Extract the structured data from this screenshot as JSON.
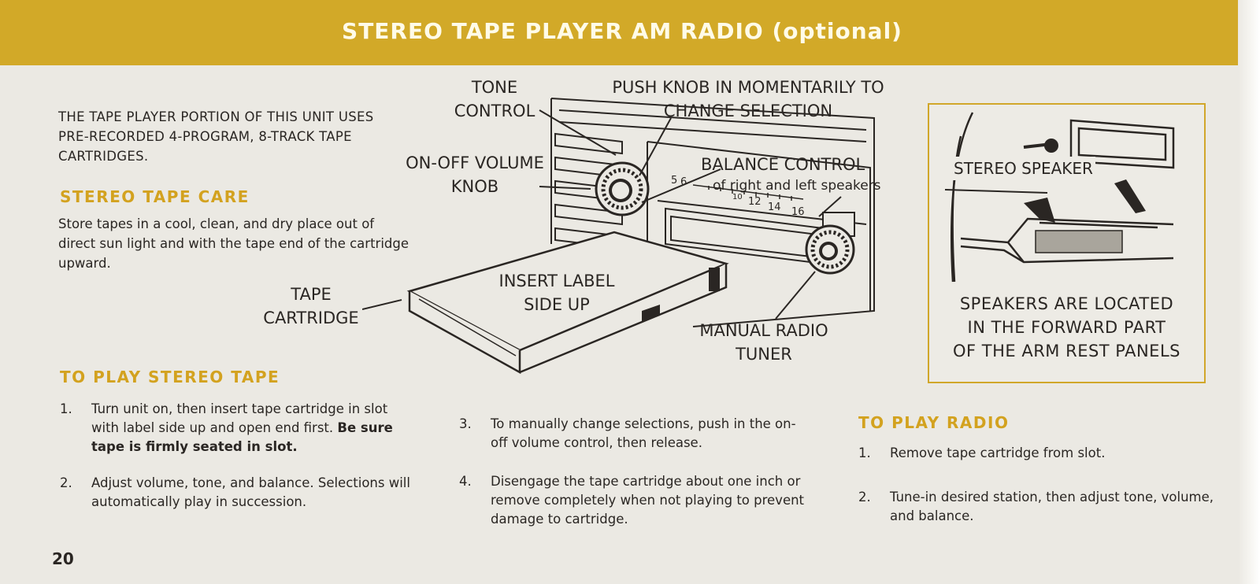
{
  "header": {
    "title": "STEREO TAPE PLAYER AM RADIO (optional)"
  },
  "intro": {
    "text": "THE TAPE PLAYER PORTION OF THIS UNIT USES PRE-RECORDED 4-PROGRAM, 8-TRACK TAPE CARTRIDGES."
  },
  "care": {
    "heading": "STEREO TAPE CARE",
    "text": "Store tapes in a cool, clean, and dry place out of direct sun light and with the tape end of the cartridge upward."
  },
  "diagram": {
    "tone_control": "TONE CONTROL",
    "push_knob": "PUSH KNOB IN MOMENTARILY TO CHANGE SELECTION",
    "on_off": "ON-OFF VOLUME KNOB",
    "balance_title": "BALANCE CONTROL",
    "balance_sub": "of right and left speakers",
    "tape_cartridge": "TAPE CARTRIDGE",
    "insert_label": "INSERT LABEL SIDE UP",
    "manual_tuner": "MANUAL RADIO TUNER",
    "dial_numbers": [
      "5",
      "6",
      "10",
      "12",
      "14",
      "16"
    ]
  },
  "speaker": {
    "label": "STEREO SPEAKER",
    "caption_lines": [
      "SPEAKERS ARE LOCATED",
      "IN THE FORWARD PART",
      "OF THE ARM REST PANELS"
    ]
  },
  "play_tape": {
    "heading": "TO PLAY STEREO TAPE",
    "items": [
      {
        "num": "1.",
        "text": "Turn unit on, then insert tape cartridge in slot with label side up and open end first.",
        "bold": "Be sure tape is firmly seated in slot."
      },
      {
        "num": "2.",
        "text": "Adjust volume, tone, and balance. Selections will automatically play in succession."
      },
      {
        "num": "3.",
        "text": "To manually change selections, push in the on-off volume control, then release."
      },
      {
        "num": "4.",
        "text": "Disengage the tape cartridge about one inch or remove completely when not playing to prevent damage to cartridge."
      }
    ]
  },
  "play_radio": {
    "heading": "TO PLAY RADIO",
    "items": [
      {
        "num": "1.",
        "text": "Remove tape cartridge from slot."
      },
      {
        "num": "2.",
        "text": "Tune-in desired station, then adjust tone, volume, and balance."
      }
    ]
  },
  "page_number": "20",
  "colors": {
    "banner": "#d2a928",
    "heading": "#d3a21f",
    "box_border": "#d1a72a"
  }
}
